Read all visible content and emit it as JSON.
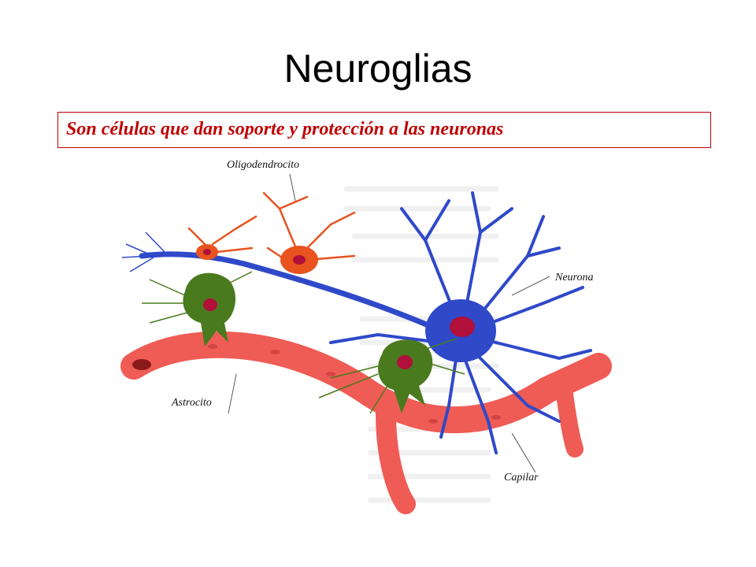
{
  "title": "Neuroglias",
  "subtitle": "Son células que dan soporte y protección a las neuronas",
  "diagram": {
    "labels": {
      "oligodendrocyte": "Oligodendrocito",
      "neuron": "Neurona",
      "astrocyte": "Astrocito",
      "capillary": "Capilar"
    },
    "colors": {
      "neuron": "#2f49c9",
      "oligodendrocyte": "#e8531f",
      "astrocyte": "#4a7a1e",
      "capillary": "#ee5c55",
      "nucleus": "#b0103a"
    }
  }
}
